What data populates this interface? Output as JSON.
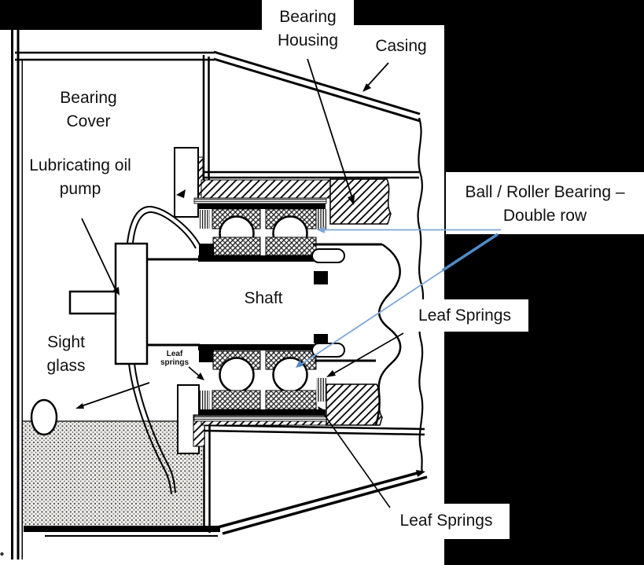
{
  "diagram": {
    "type": "engineering-cross-section",
    "subject": "Bearing assembly with lubricating oil pump",
    "labels": {
      "bearing_housing": "Bearing Housing",
      "casing": "Casing",
      "bearing_cover": "Bearing Cover",
      "lubricating_oil_pump": "Lubricating oil pump",
      "ball_roller_bearing": "Ball / Roller Bearing – Double row",
      "shaft": "Shaft",
      "leaf_springs_right": "Leaf Springs",
      "sight_glass": "Sight glass",
      "leaf_springs_bottom": "Leaf Springs",
      "leaf_springs_inline": "Leaf springs"
    },
    "colors": {
      "ink": "#000000",
      "background": "#ffffff",
      "panel_black": "#000000",
      "leader_blue": "#7ea6d8",
      "leader_blue_bold": "#4e8ac8",
      "oil_fill": "#efeeea"
    },
    "leaders": [
      {
        "label": "Bearing Housing",
        "points_to": "hatched housing section",
        "color": "black"
      },
      {
        "label": "Casing",
        "points_to": "sloped casing wall",
        "color": "black"
      },
      {
        "label": "Lubricating oil pump",
        "points_to": "pump body",
        "color": "black"
      },
      {
        "label": "Sight glass",
        "points_to": "sight glass on cover wall",
        "color": "black"
      },
      {
        "label": "Ball / Roller Bearing – Double row",
        "points_to": "upper double-row bearing",
        "color": "blue"
      },
      {
        "label": "Ball / Roller Bearing – Double row",
        "points_to": "lower double-row bearing",
        "color": "blue"
      },
      {
        "label": "Leaf Springs",
        "points_to": "leaf spring beside lower bearing",
        "color": "black"
      },
      {
        "label": "Leaf Springs",
        "points_to": "leaf spring strip under lower bearing",
        "color": "black"
      }
    ]
  }
}
